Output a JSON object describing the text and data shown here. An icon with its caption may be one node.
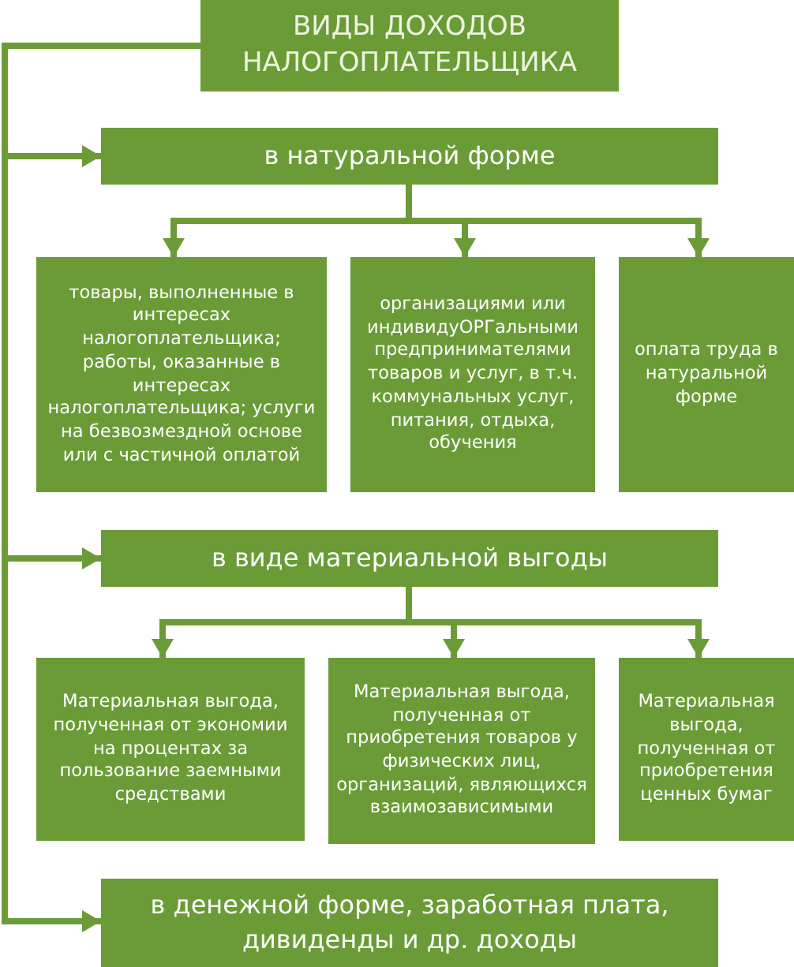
{
  "diagram": {
    "nodes": [
      {
        "text": [
          "ВИДЫ ДОХОДОВ НАЛОГОПЛАТЕЛЬЩИКА"
        ]
      },
      {
        "text": [
          "в натуральной форме"
        ]
      },
      {
        "text": [
          "товары, выполненные в интересах налогоплательщика; работы, оказанные в интересах налогоплательщика; услуги на безвозмездной основе или с частичной оплатой"
        ]
      },
      {
        "text": [
          "организациями или индивидуОРГальными предпринимателями товаров и услуг, в т.ч. коммунальных услуг, питания, отдыха, обучения"
        ]
      },
      {
        "text": [
          "оплата труда в натуральной форме"
        ]
      },
      {
        "text": [
          "в виде материальной выгоды"
        ]
      },
      {
        "text": [
          "Материальная выгода, полученная от экономии на процентах за пользование заемными средствами"
        ]
      },
      {
        "text": [
          "Материальная выгода, полученная от приобретения товаров у физических лиц, организаций, являющихся взаимозависимыми"
        ]
      },
      {
        "text": [
          "Материальная выгода, полученная от приобретения ценных бумаг"
        ]
      },
      {
        "text": [
          "в денежной форме, заработная плата, дивиденды и др. доходы"
        ]
      }
    ],
    "edges": [
      {
        "from": 0,
        "to": 1,
        "arrow": "to"
      },
      {
        "from": 0,
        "to": 5,
        "arrow": "to"
      },
      {
        "from": 0,
        "to": 9,
        "arrow": "to"
      },
      {
        "from": 1,
        "to": 2,
        "arrow": "to"
      },
      {
        "from": 1,
        "to": 3,
        "arrow": "to"
      },
      {
        "from": 1,
        "to": 4,
        "arrow": "to"
      },
      {
        "from": 5,
        "to": 6,
        "arrow": "to"
      },
      {
        "from": 5,
        "to": 7,
        "arrow": "to"
      },
      {
        "from": 5,
        "to": 8,
        "arrow": "to"
      }
    ]
  }
}
